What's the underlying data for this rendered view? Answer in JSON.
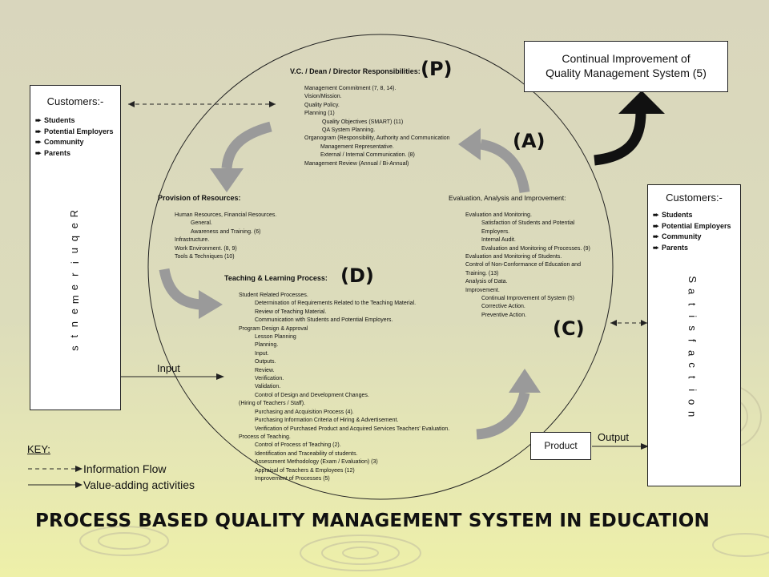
{
  "title": "PROCESS BASED QUALITY MANAGEMENT SYSTEM IN EDUCATION",
  "continual_improvement": {
    "line1": "Continual Improvement of",
    "line2": "Quality Management System (5)"
  },
  "customers_left": {
    "title": "Customers:-",
    "items": [
      "Students",
      "Potential Employers",
      "Community",
      "Parents"
    ],
    "vertical_label": [
      "R",
      "e",
      "q",
      "u",
      "i",
      "r",
      "e",
      "m",
      "e",
      "n",
      "t",
      "s"
    ]
  },
  "customers_right": {
    "title": "Customers:-",
    "items": [
      "Students",
      "Potential Employers",
      "Community",
      "Parents"
    ],
    "vertical_label": [
      "S",
      "a",
      "t",
      "i",
      "s",
      "f",
      "a",
      "c",
      "t",
      "i",
      "o",
      "n"
    ]
  },
  "letters": {
    "p": "(P)",
    "a": "(A)",
    "d": "(D)",
    "c": "(C)"
  },
  "section_p": {
    "heading": "V.C. / Dean / Director Responsibilities:",
    "lines": [
      "Management Commitment (7, 8, 14).",
      "Vision/Mission.",
      "Quality Policy.",
      "Planning (1)",
      "Quality Objectives (SMART) (11)",
      "QA System Planning.",
      "Organogram (Responsibility, Authority and Communication",
      "Management Representative.",
      "External / Internal Communication. (8)",
      "Management Review (Annual / Bi-Annual)"
    ]
  },
  "section_resources": {
    "heading": "Provision of Resources:",
    "lines": [
      "Human Resources, Financial Resources.",
      "General.",
      "Awareness and Training. (6)",
      "Infrastructure.",
      "Work Environment. (8, 9)",
      "Tools & Techniques (10)"
    ]
  },
  "section_eval": {
    "heading": "Evaluation, Analysis and Improvement:",
    "lines": [
      "Evaluation and Monitoring.",
      "Satisfaction of Students and Potential",
      "Employers.",
      "Internal Audit.",
      "Evaluation and Monitoring of Processes. (9)",
      "Evaluation and Monitoring of Students.",
      "Control of Non-Conformance of Education and",
      "Training. (13)",
      "Analysis of Data.",
      "Improvement.",
      "Continual Improvement of System (5)",
      "Corrective Action.",
      "Preventive Action."
    ]
  },
  "section_tl": {
    "heading": "Teaching & Learning Process:",
    "lines": [
      "Student Related Processes.",
      "Determination of Requirements Related to the Teaching Material.",
      "Review of Teaching Material.",
      "Communication with Students and Potential Employers.",
      "Program Design & Approval",
      "Lesson Planning",
      "Planning.",
      "Input.",
      "Outputs.",
      "Review.",
      "Verification.",
      "Validation.",
      "Control of Design and Development Changes.",
      "(Hiring of Teachers / Staff).",
      "Purchasing and Acquisition Process (4).",
      "Purchasing Information Criteria of Hiring & Advertisement.",
      "Verification of Purchased Product and Acquired Services Teachers' Evaluation.",
      "Process of Teaching.",
      "Control of Process of Teaching (2).",
      "Identification and Traceability of students.",
      "Assessment Methodology (Exam / Evaluation) (3)",
      "Appraisal of Teachers & Employees (12)",
      "Improvement of Processes (5)"
    ]
  },
  "flow_labels": {
    "input": "Input",
    "output": "Output",
    "product": "Product"
  },
  "key": {
    "title": "KEY:",
    "info": "Information Flow",
    "value": "Value-adding activities"
  },
  "colors": {
    "grey_arrow": "#9a9a9a",
    "black_arrow": "#111111"
  }
}
